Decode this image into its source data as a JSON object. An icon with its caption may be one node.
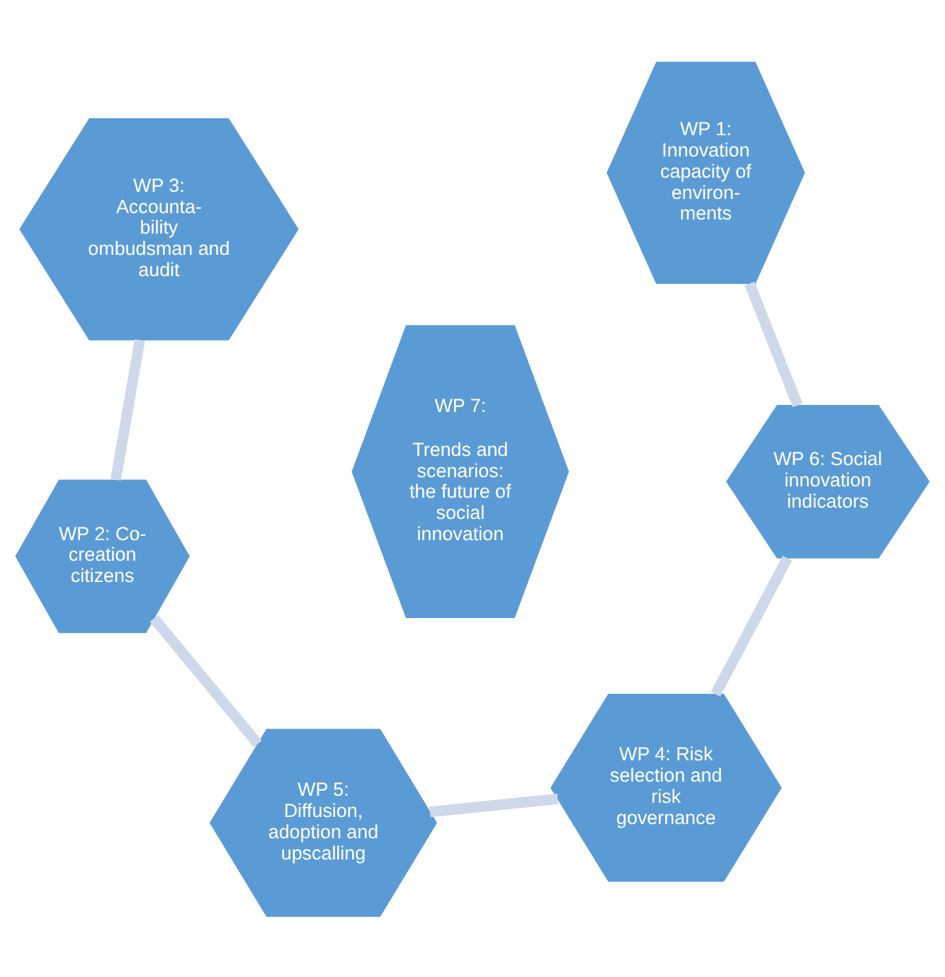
{
  "diagram": {
    "nodes": [
      {
        "text": [
          "WP 3: Accounta- bility ombudsman and audit"
        ]
      },
      {
        "text": [
          "WP 1: Innovation capacity of environ- ments"
        ]
      },
      {
        "text": [
          "WP 2: Co- creation citizens"
        ]
      },
      {
        "text": [
          "WP 7:",
          "Trends and scenarios: the future of social innovation"
        ]
      },
      {
        "text": [
          "WP 6: Social innovation indicators"
        ]
      },
      {
        "text": [
          "WP 5: Diffusion, adoption and upscalling"
        ]
      },
      {
        "text": [
          "WP 4: Risk selection and risk governance"
        ]
      }
    ],
    "edges": [
      {
        "from": 0,
        "to": 2,
        "arrow": "none"
      },
      {
        "from": 2,
        "to": 5,
        "arrow": "none"
      },
      {
        "from": 5,
        "to": 6,
        "arrow": "none"
      },
      {
        "from": 6,
        "to": 4,
        "arrow": "none"
      },
      {
        "from": 4,
        "to": 1,
        "arrow": "none"
      }
    ]
  }
}
